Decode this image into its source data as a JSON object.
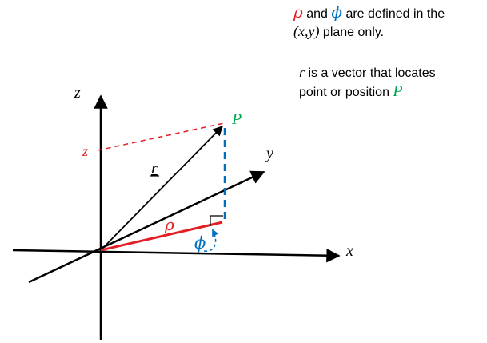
{
  "colors": {
    "axes": "#000000",
    "rho": "#e31e24",
    "phi": "#0070c0",
    "point": "#00a550",
    "z_projection": "#e31e24"
  },
  "axes": {
    "x_label": "x",
    "y_label": "y",
    "z_label": "z"
  },
  "symbols": {
    "r": "r",
    "rho": "ρ",
    "phi": "ϕ",
    "point": "P",
    "z_marker": "z"
  },
  "notes": {
    "line1_rho": "ρ",
    "line1_and": " and ",
    "line1_phi": "ϕ",
    "line1_tail": " are defined in the",
    "line2_xy": "(x,y)",
    "line2_tail": " plane only.",
    "line3_r": "r",
    "line3_tail": " is a vector that locates",
    "line4_text": "point or position ",
    "line4_p": "P"
  }
}
